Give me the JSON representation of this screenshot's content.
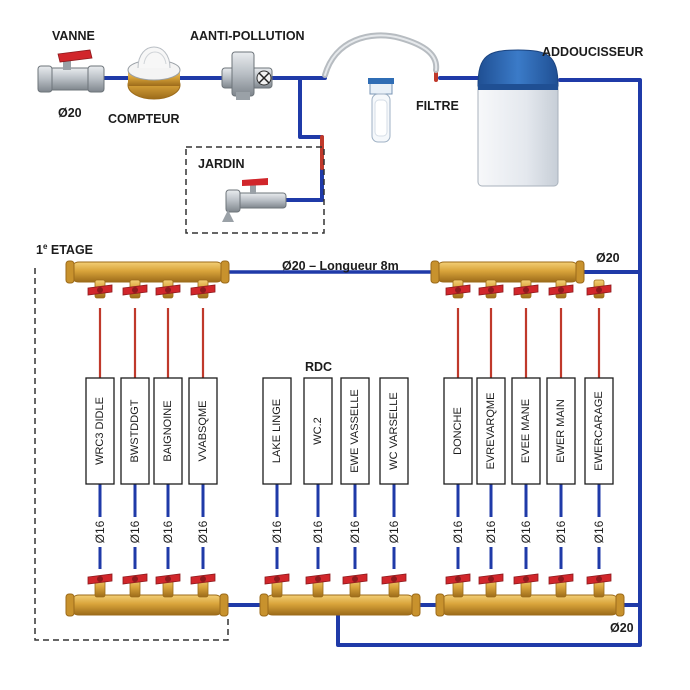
{
  "labels": {
    "vanne": "VANNE",
    "vanne_diam": "Ø20",
    "compteur": "COMPTEUR",
    "anti_pollution": "AANTI-POLLUTION",
    "filtre": "FILTRE",
    "adoucisseur": "ADDOUCISSEUR",
    "jardin": "JARDIN",
    "etage_prefix": "1",
    "etage_sup": "e",
    "etage_suffix": " ETAGE",
    "rdc": "RDC",
    "main_pipe": "Ø20 – Longueur 8m",
    "right_diam": "Ø20",
    "bottom_diam": "Ø20"
  },
  "branch_diameter": "Ø16",
  "groups": [
    {
      "name": "etage",
      "circuits": [
        "WRC3 DIDLE",
        "BWSTDDGT",
        "BAIGNOINE",
        "VVABSQME"
      ]
    },
    {
      "name": "rdc",
      "circuits": [
        "LAKE LINGE",
        "WC.2",
        "EWE VASSELLE",
        "WC VARSELLE"
      ]
    },
    {
      "name": "right",
      "circuits": [
        "DONCHE",
        "EVREVARQME",
        "EVEE MANE",
        "EWER MAIN",
        "EWERCARAGE"
      ]
    }
  ],
  "colors": {
    "pipe_blue": "#1f3aa8",
    "pipe_red": "#c0392b",
    "brass": "#d9a43a",
    "brass_dark": "#a9771f",
    "valve_red": "#d1262b",
    "softener_blue": "#2f6db5"
  }
}
